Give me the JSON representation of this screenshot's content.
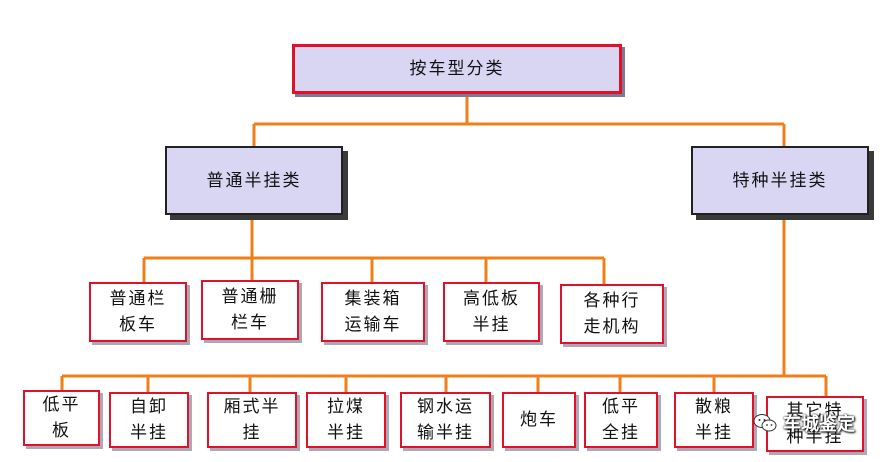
{
  "diagram": {
    "root": {
      "label": "按车型分类"
    },
    "categories": [
      {
        "label": "普通半挂类"
      },
      {
        "label": "特种半挂类"
      }
    ],
    "ordinary_types": [
      {
        "label": "普通栏\n板车"
      },
      {
        "label": "普通栅\n栏车"
      },
      {
        "label": "集装箱\n运输车"
      },
      {
        "label": "高低板\n半挂"
      },
      {
        "label": "各种行\n走机构"
      }
    ],
    "special_types": [
      {
        "label": "低平\n板"
      },
      {
        "label": "自卸\n半挂"
      },
      {
        "label": "厢式半\n挂"
      },
      {
        "label": "拉煤\n半挂"
      },
      {
        "label": "钢水运\n输半挂"
      },
      {
        "label": "炮车"
      },
      {
        "label": "低平\n全挂"
      },
      {
        "label": "散粮\n半挂"
      },
      {
        "label": "其它特\n种半挂"
      }
    ],
    "colors": {
      "connector": "#f07f1a",
      "leaf_border": "#e3102a",
      "category_fill": "#d9d6f4"
    }
  },
  "watermark": {
    "text": "车城鉴定",
    "icon": "wechat-icon"
  }
}
